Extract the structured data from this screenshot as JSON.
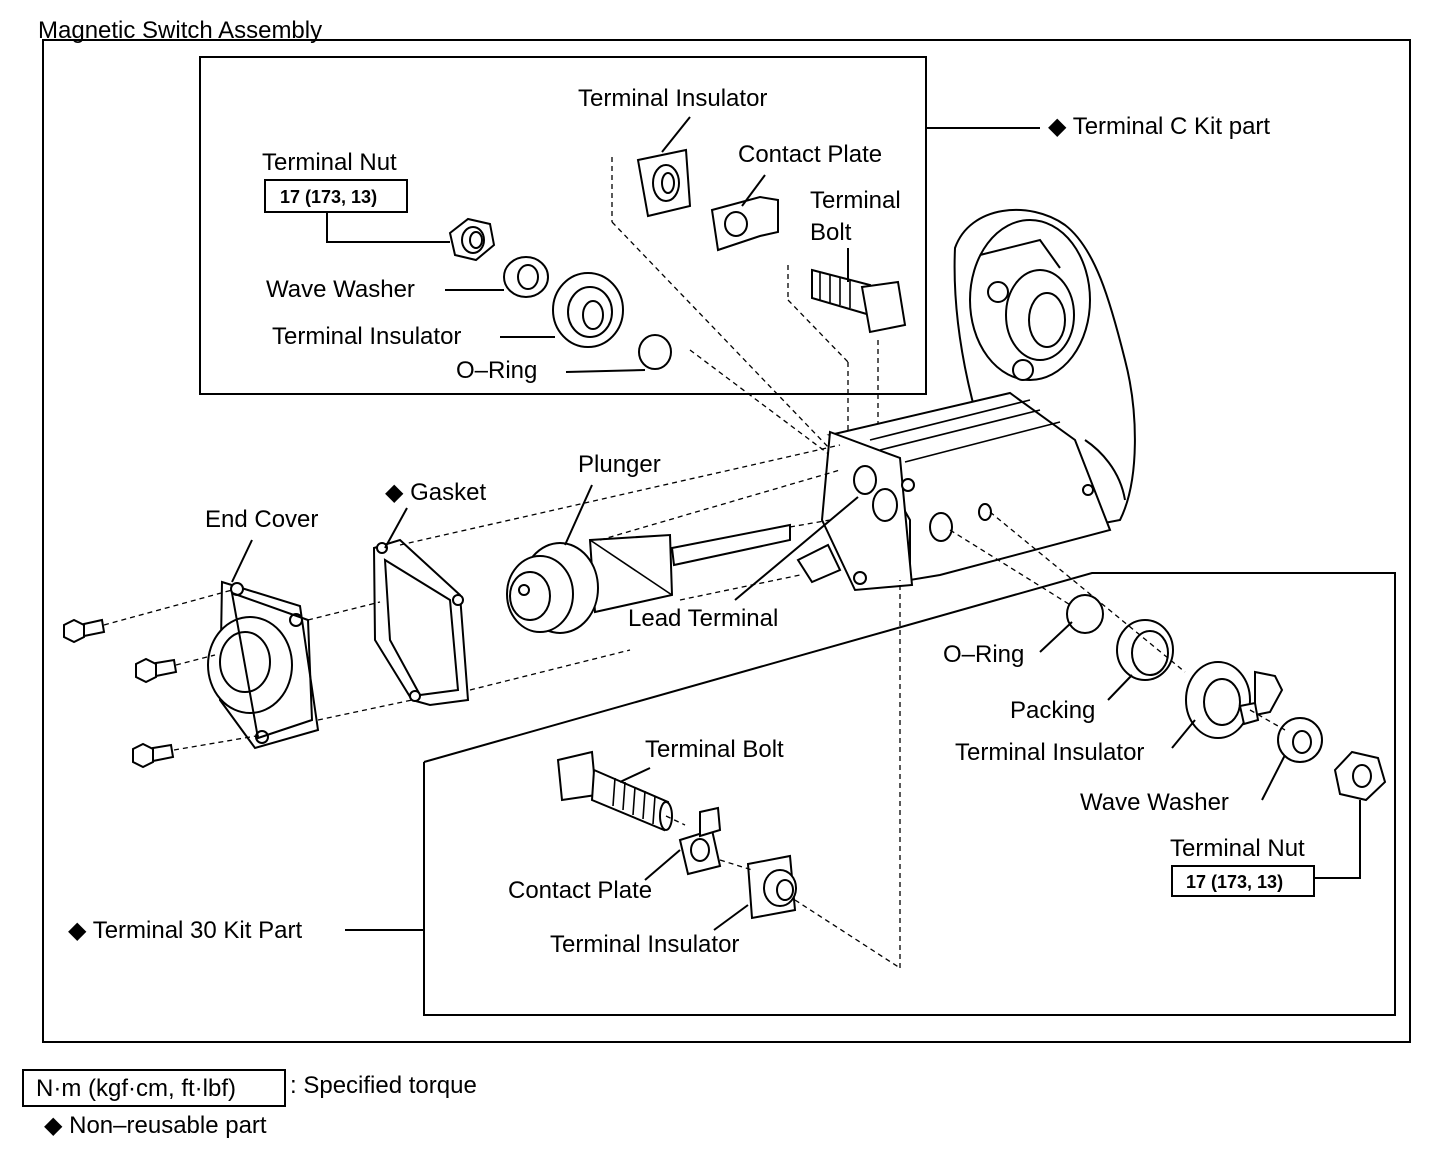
{
  "title": "Magnetic Switch Assembly",
  "labels": {
    "terminal_c_kit": "◆ Terminal C Kit  part",
    "terminal_30_kit": "◆ Terminal 30 Kit Part",
    "terminal_insulator_top": "Terminal Insulator",
    "contact_plate_top": "Contact Plate",
    "terminal_bolt_top_1": "Terminal",
    "terminal_bolt_top_2": "Bolt",
    "terminal_nut_left": "Terminal Nut",
    "torque_left": "17 (173, 13)",
    "wave_washer_left": "Wave Washer",
    "terminal_insulator_left": "Terminal Insulator",
    "o_ring_left": "O–Ring",
    "plunger": "Plunger",
    "gasket": "◆ Gasket",
    "end_cover": "End Cover",
    "lead_terminal": "Lead Terminal",
    "o_ring_right": "O–Ring",
    "packing": "Packing",
    "terminal_insulator_right": "Terminal Insulator",
    "wave_washer_right": "Wave Washer",
    "terminal_nut_right": "Terminal Nut",
    "torque_right": "17 (173, 13)",
    "terminal_bolt_bottom": "Terminal Bolt",
    "contact_plate_bottom": "Contact Plate",
    "terminal_insulator_bottom": "Terminal Insulator"
  },
  "legend": {
    "torque_unit": "N·m (kgf·cm, ft·lbf)",
    "torque_desc": ": Specified torque",
    "non_reusable": "◆ Non–reusable part"
  }
}
